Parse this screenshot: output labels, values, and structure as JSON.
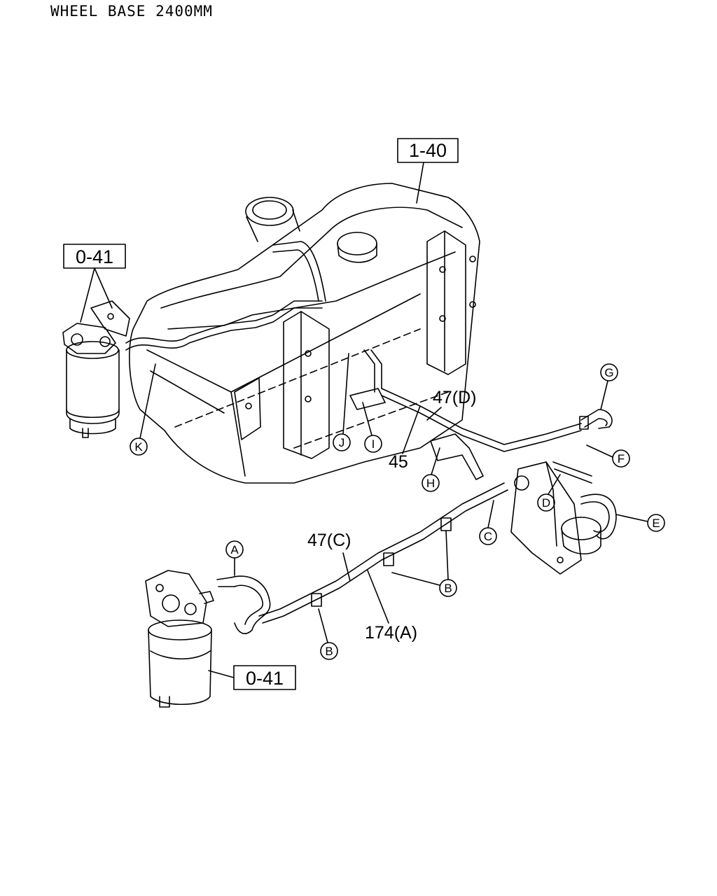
{
  "header": {
    "title": "WHEEL BASE 2400MM"
  },
  "ref_boxes": {
    "tank": "1-40",
    "filter_upper": "0-41",
    "filter_lower": "0-41"
  },
  "part_labels": {
    "p47d": "47(D)",
    "p45": "45",
    "p47c": "47(C)",
    "p174a": "174(A)"
  },
  "callouts": {
    "A": "A",
    "B1": "B",
    "B2": "B",
    "C": "C",
    "D": "D",
    "E": "E",
    "F": "F",
    "G": "G",
    "H": "H",
    "I": "I",
    "J": "J",
    "K": "K"
  }
}
